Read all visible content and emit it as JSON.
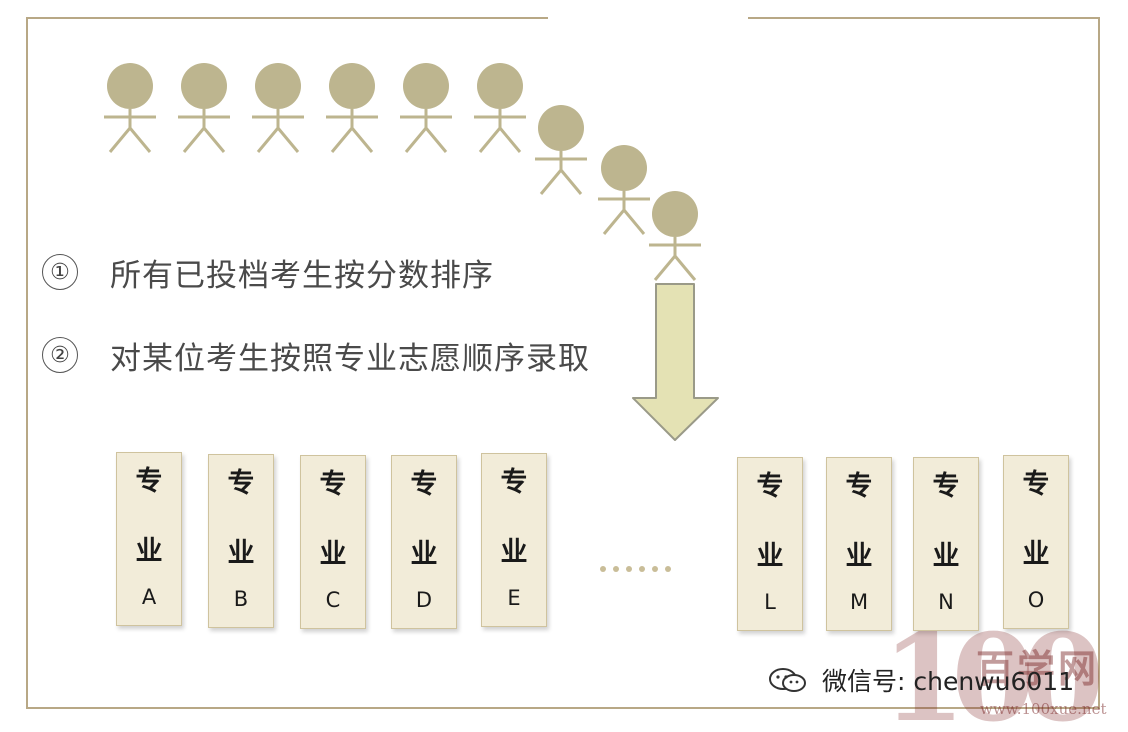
{
  "steps": [
    {
      "number": "①",
      "text": "所有已投档考生按分数排序"
    },
    {
      "number": "②",
      "text": "对某位考生按照专业志愿顺序录取"
    }
  ],
  "majors": [
    {
      "line1": "专",
      "line2": "业",
      "letter": "A"
    },
    {
      "line1": "专",
      "line2": "业",
      "letter": "B"
    },
    {
      "line1": "专",
      "line2": "业",
      "letter": "C"
    },
    {
      "line1": "专",
      "line2": "业",
      "letter": "D"
    },
    {
      "line1": "专",
      "line2": "业",
      "letter": "E"
    },
    {
      "line1": "专",
      "line2": "业",
      "letter": "L"
    },
    {
      "line1": "专",
      "line2": "业",
      "letter": "M"
    },
    {
      "line1": "专",
      "line2": "业",
      "letter": "N"
    },
    {
      "line1": "专",
      "line2": "业",
      "letter": "O"
    }
  ],
  "watermark": {
    "wechat": "微信号: chenwu6011",
    "logo_number": "100",
    "logo_name": "百学网",
    "logo_url": "www.100xue.net"
  },
  "colors": {
    "frame": "#b8a886",
    "person": "#bdb58f",
    "card_fill": "#f2ecd9",
    "arrow_fill": "#e4e2b4",
    "arrow_stroke": "#9a9a88"
  },
  "icons": {
    "person": "stick-figure-icon",
    "arrow": "arrow-down-icon",
    "wechat": "wechat-icon"
  }
}
